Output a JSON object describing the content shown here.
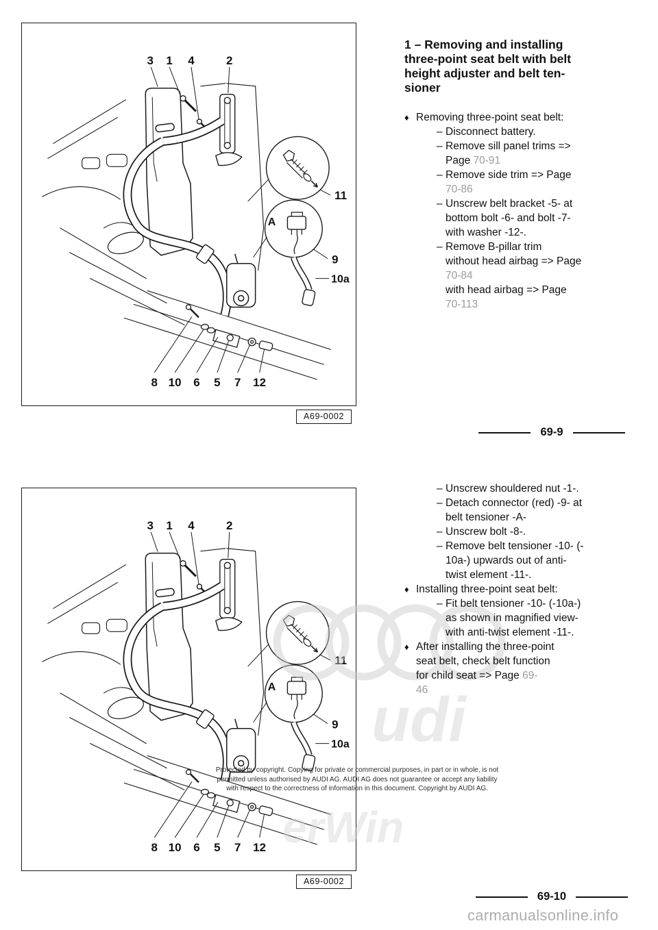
{
  "heading": "1 – Removing and installing\nthree-point seat belt with belt\nheight adjuster and belt ten-\nsioner",
  "bullet_glyphs": {
    "diamond": "♦",
    "dash": "–"
  },
  "figure": {
    "label": "A69-0002",
    "callouts_top": [
      "3",
      "1",
      "4",
      "2"
    ],
    "callouts_bottom": [
      "8",
      "10",
      "6",
      "5",
      "7",
      "12"
    ],
    "callout_bolt_detail": "11",
    "callout_connector": "9",
    "callout_tensioner": "10a",
    "detail_letter": "A"
  },
  "instructions_top": {
    "rows": [
      {
        "type": "diamond",
        "parts": [
          {
            "text": "Removing three-point seat belt:"
          }
        ]
      },
      {
        "type": "dash",
        "parts": [
          {
            "text": "Disconnect battery."
          }
        ]
      },
      {
        "type": "dash",
        "parts": [
          {
            "text": "Remove sill panel trims =>"
          }
        ]
      },
      {
        "type": "dashcont",
        "parts": [
          {
            "text": "Page "
          },
          {
            "text": "70-91",
            "gray": true
          }
        ]
      },
      {
        "type": "dash",
        "parts": [
          {
            "text": "Remove side trim => Page"
          }
        ]
      },
      {
        "type": "dashcont",
        "parts": [
          {
            "text": "70-86",
            "gray": true
          }
        ]
      },
      {
        "type": "dash",
        "parts": [
          {
            "text": "Unscrew belt bracket -5- at"
          }
        ]
      },
      {
        "type": "dashcont",
        "parts": [
          {
            "text": "bottom bolt -6- and bolt -7-"
          }
        ]
      },
      {
        "type": "dashcont",
        "parts": [
          {
            "text": "with washer -12-."
          }
        ]
      },
      {
        "type": "dash",
        "parts": [
          {
            "text": "Remove B-pillar trim"
          }
        ]
      },
      {
        "type": "dashcont",
        "parts": [
          {
            "text": "without head airbag => Page"
          }
        ]
      },
      {
        "type": "dashcont",
        "parts": [
          {
            "text": "70-84",
            "gray": true
          }
        ]
      },
      {
        "type": "dashcont",
        "parts": [
          {
            "text": "with head airbag => Page"
          }
        ]
      },
      {
        "type": "dashcont",
        "parts": [
          {
            "text": "70-113",
            "gray": true
          }
        ]
      }
    ]
  },
  "instructions_bottom": {
    "rows": [
      {
        "type": "dash",
        "parts": [
          {
            "text": "Unscrew shouldered nut -1-."
          }
        ]
      },
      {
        "type": "dash",
        "parts": [
          {
            "text": "Detach connector (red) -9- at"
          }
        ]
      },
      {
        "type": "dashcont",
        "parts": [
          {
            "text": "belt tensioner -A-"
          }
        ]
      },
      {
        "type": "dash",
        "parts": [
          {
            "text": "Unscrew bolt -8-."
          }
        ]
      },
      {
        "type": "dash",
        "parts": [
          {
            "text": "Remove belt tensioner -10- (-"
          }
        ]
      },
      {
        "type": "dashcont",
        "parts": [
          {
            "text": "10a-) upwards out of anti-"
          }
        ]
      },
      {
        "type": "dashcont",
        "parts": [
          {
            "text": "twist element -11-."
          }
        ]
      },
      {
        "type": "diamond",
        "parts": [
          {
            "text": "Installing three-point seat belt:"
          }
        ]
      },
      {
        "type": "dash",
        "parts": [
          {
            "text": "Fit belt tensioner -10- (-10a-)"
          }
        ]
      },
      {
        "type": "dashcont",
        "parts": [
          {
            "text": "as shown in magnified view-"
          }
        ]
      },
      {
        "type": "dashcont",
        "parts": [
          {
            "text": "with anti-twist element -11-."
          }
        ]
      },
      {
        "type": "diamond",
        "parts": [
          {
            "text": "After installing the three-point"
          }
        ]
      },
      {
        "type": "diamondcont",
        "parts": [
          {
            "text": "seat belt, check belt function"
          }
        ]
      },
      {
        "type": "diamondcont",
        "parts": [
          {
            "text": "for child seat => Page "
          },
          {
            "text": "69-",
            "gray": true
          }
        ]
      },
      {
        "type": "diamondcont",
        "parts": [
          {
            "text": "46",
            "gray": true
          }
        ]
      }
    ]
  },
  "footer_top": {
    "page_number": "69-9"
  },
  "footer_bottom": {
    "page_number": "69-10"
  },
  "watermarks": {
    "copyright_lines": "Protected by copyright. Copying for private or commercial purposes, in part or in whole, is not\npermitted unless authorised by AUDI AG. AUDI AG does not guarantee or accept any liability\nwith respect to the correctness of information in this document. Copyright by AUDI AG.",
    "site": "carmanualsonline.info",
    "audi_script": "udi",
    "erwin_script": "erWin"
  }
}
